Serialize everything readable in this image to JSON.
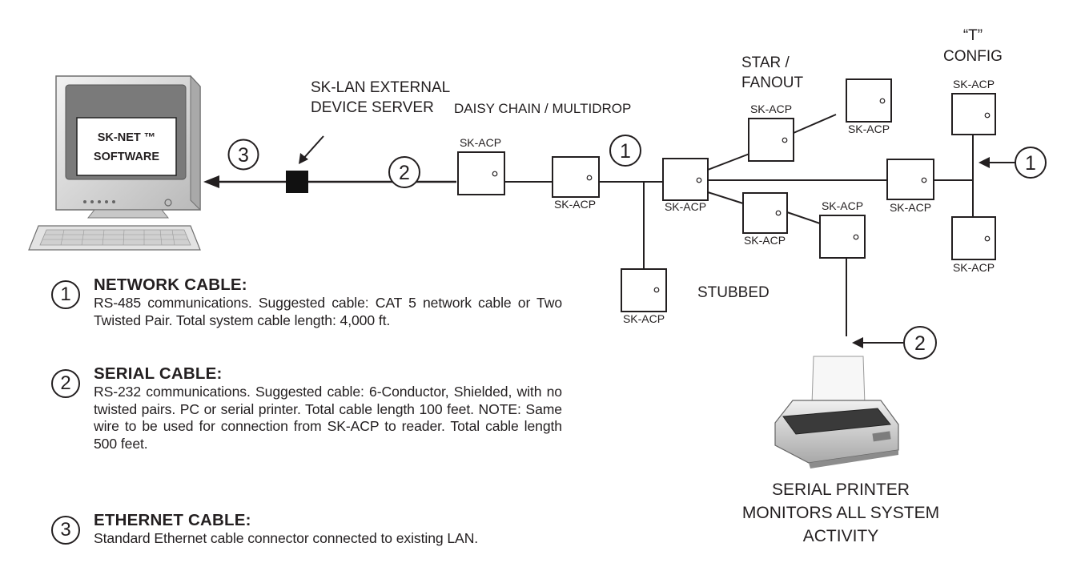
{
  "diagram": {
    "software_label": [
      "SK-NET ™",
      "SOFTWARE"
    ],
    "device_server_label": [
      "SK-LAN EXTERNAL",
      "DEVICE SERVER"
    ],
    "daisy_chain_label": "DAISY CHAIN / MULTIDROP",
    "star_label": [
      "STAR /",
      "FANOUT"
    ],
    "t_config_label": [
      "“T”",
      "CONFIG"
    ],
    "stubbed_label": "STUBBED",
    "panel_label": "SK-ACP",
    "printer_label": [
      "SERIAL PRINTER",
      "MONITORS ALL SYSTEM",
      "ACTIVITY"
    ],
    "callouts": {
      "ethernet": "3",
      "serial_pc": "2",
      "network_chain": "1",
      "network_t": "1",
      "serial_printer": "2"
    }
  },
  "legend": [
    {
      "number": "1",
      "title": "NETWORK CABLE:",
      "description": "RS-485 communications.  Suggested cable: CAT 5 network cable or Two Twisted Pair. Total system cable length: 4,000 ft."
    },
    {
      "number": "2",
      "title": "SERIAL CABLE:",
      "description": "RS-232 communications. Suggested cable: 6-Conductor, Shielded, with no twisted pairs.  PC or serial printer. Total cable length 100 feet.  NOTE:  Same wire to be used for connection from SK-ACP to reader.  Total cable length 500 feet."
    },
    {
      "number": "3",
      "title": "ETHERNET CABLE:",
      "description": "Standard Ethernet cable connector connected to existing LAN."
    }
  ]
}
